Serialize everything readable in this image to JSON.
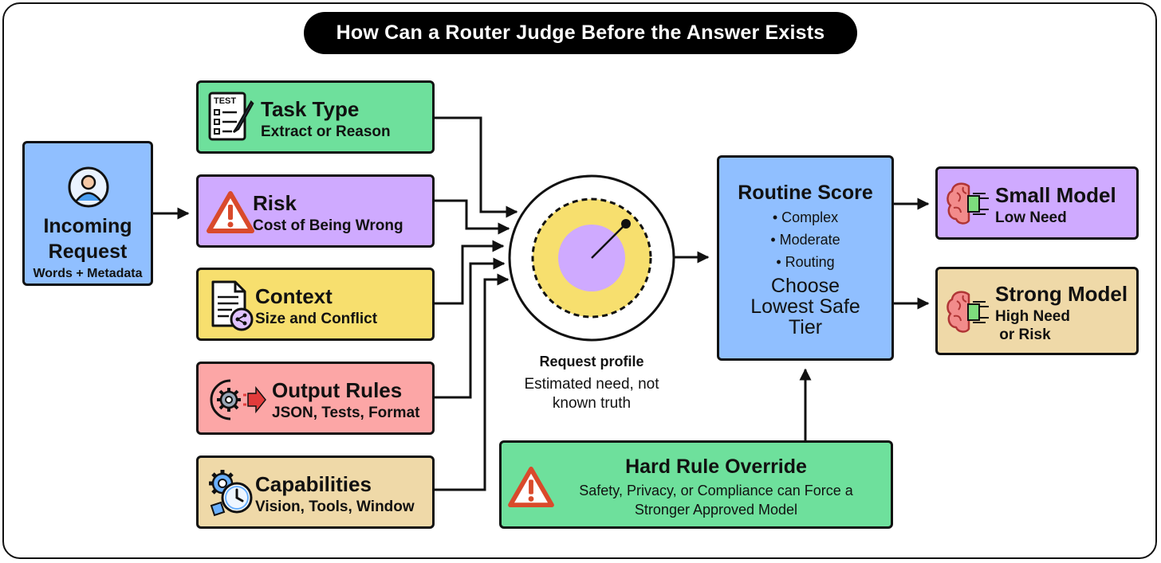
{
  "title": "How Can a Router Judge Before the Answer Exists",
  "incoming": {
    "title_line1": "Incoming",
    "title_line2": "Request",
    "subtitle": "Words + Metadata",
    "color": "#90bfff"
  },
  "features": [
    {
      "title": "Task Type",
      "subtitle": "Extract or Reason",
      "color": "#6ee09c",
      "icon": "test-checklist-icon"
    },
    {
      "title": "Risk",
      "subtitle": "Cost of Being Wrong",
      "color": "#cfaaff",
      "icon": "warning-icon"
    },
    {
      "title": "Context",
      "subtitle": "Size and Conflict",
      "color": "#f7df6e",
      "icon": "document-share-icon"
    },
    {
      "title": "Output Rules",
      "subtitle": "JSON, Tests, Format",
      "color": "#fca6a6",
      "icon": "gear-arrow-icon"
    },
    {
      "title": "Capabilities",
      "subtitle": "Vision, Tools, Window",
      "color": "#efd9a8",
      "icon": "gear-clock-icon"
    }
  ],
  "profile": {
    "title": "Request profile",
    "desc_line1": "Estimated need, not",
    "desc_line2": "known truth"
  },
  "score": {
    "title": "Routine Score",
    "bullets": [
      "Complex",
      "Moderate",
      "Routing"
    ],
    "choose_line1": "Choose",
    "choose_line2": "Lowest Safe",
    "choose_line3": "Tier",
    "color": "#90bfff"
  },
  "models": [
    {
      "title": "Small Model",
      "line1": "Low Need",
      "line2": "",
      "color": "#cfaaff",
      "icon": "brain-chip-icon"
    },
    {
      "title": "Strong Model",
      "line1": "High Need",
      "line2": " or Risk",
      "color": "#efd9a8",
      "icon": "brain-chip-icon"
    }
  ],
  "override": {
    "title": "Hard Rule Override",
    "line1": "Safety, Privacy, or Compliance can Force a",
    "line2": "Stronger Approved Model",
    "color": "#6ee09c",
    "icon": "warning-icon"
  }
}
